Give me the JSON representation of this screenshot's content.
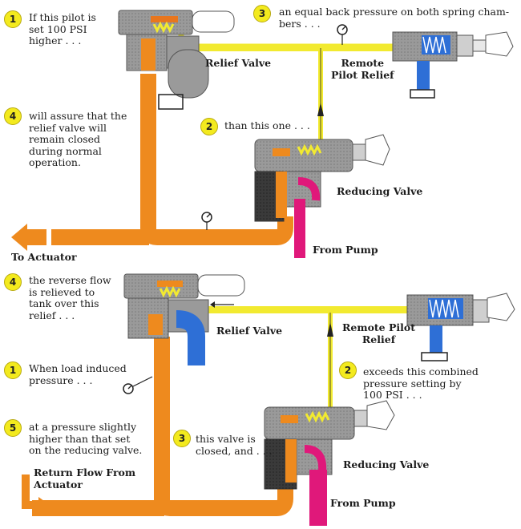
{
  "colors": {
    "pressure_line": "#ee8a1e",
    "pilot_line": "#f2ea30",
    "pump_line": "#e0187a",
    "tank_line": "#2e6fd6",
    "badge": "#f3ea1e",
    "valve_body": "#8d8d8d"
  },
  "top": {
    "step1": {
      "num": "1",
      "text": "If this pilot is\nset 100 PSI\nhigher . . ."
    },
    "step3": {
      "num": "3",
      "text": "an equal back pressure on both spring cham-\nbers . . ."
    },
    "step4": {
      "num": "4",
      "text": "will assure that the\nrelief valve will\nremain closed\nduring normal\noperation."
    },
    "step2": {
      "num": "2",
      "text": "than this one . . ."
    },
    "relief_valve": "Relief Valve",
    "remote_pilot": "Remote\nPilot Relief",
    "reducing_valve": "Reducing Valve",
    "to_actuator": "To Actuator",
    "from_pump": "From Pump"
  },
  "bottom": {
    "step4": {
      "num": "4",
      "text": "the reverse flow\nis relieved to\ntank over this\nrelief . . ."
    },
    "step1": {
      "num": "1",
      "text": "When load induced\npressure . . ."
    },
    "step2": {
      "num": "2",
      "text": "exceeds this combined\npressure setting by\n100 PSI . . ."
    },
    "step5": {
      "num": "5",
      "text": "at a pressure slightly\nhigher than that set\non the reducing valve."
    },
    "step3": {
      "num": "3",
      "text": "this valve is\nclosed, and . . ."
    },
    "relief_valve": "Relief Valve",
    "remote_pilot": "Remote Pilot\nRelief",
    "reducing_valve": "Reducing Valve",
    "return_flow": "Return Flow From\nActuator",
    "from_pump": "From Pump"
  }
}
